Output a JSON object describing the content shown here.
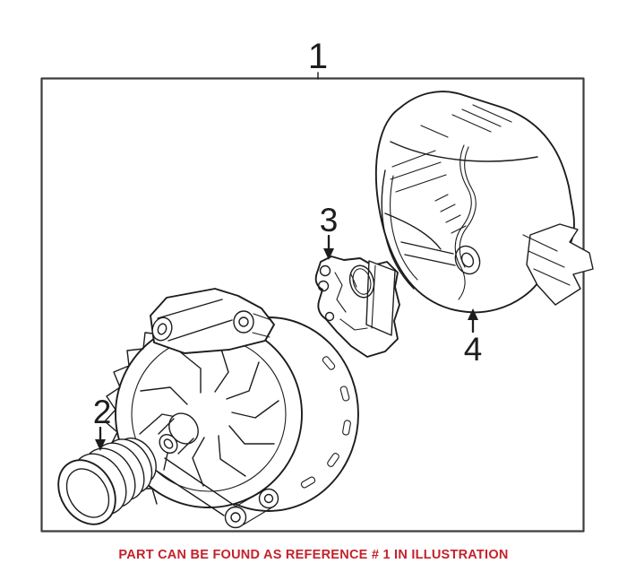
{
  "figure": {
    "callouts": [
      {
        "label": "1"
      },
      {
        "label": "2"
      },
      {
        "label": "3"
      },
      {
        "label": "4"
      }
    ]
  },
  "caption": {
    "text": "PART CAN BE FOUND AS REFERENCE # 1 IN ILLUSTRATION"
  },
  "colors": {
    "line": "#1d1d1d",
    "frame": "#3d3d3d",
    "caption_red": "#c4222b",
    "background": "#ffffff"
  }
}
